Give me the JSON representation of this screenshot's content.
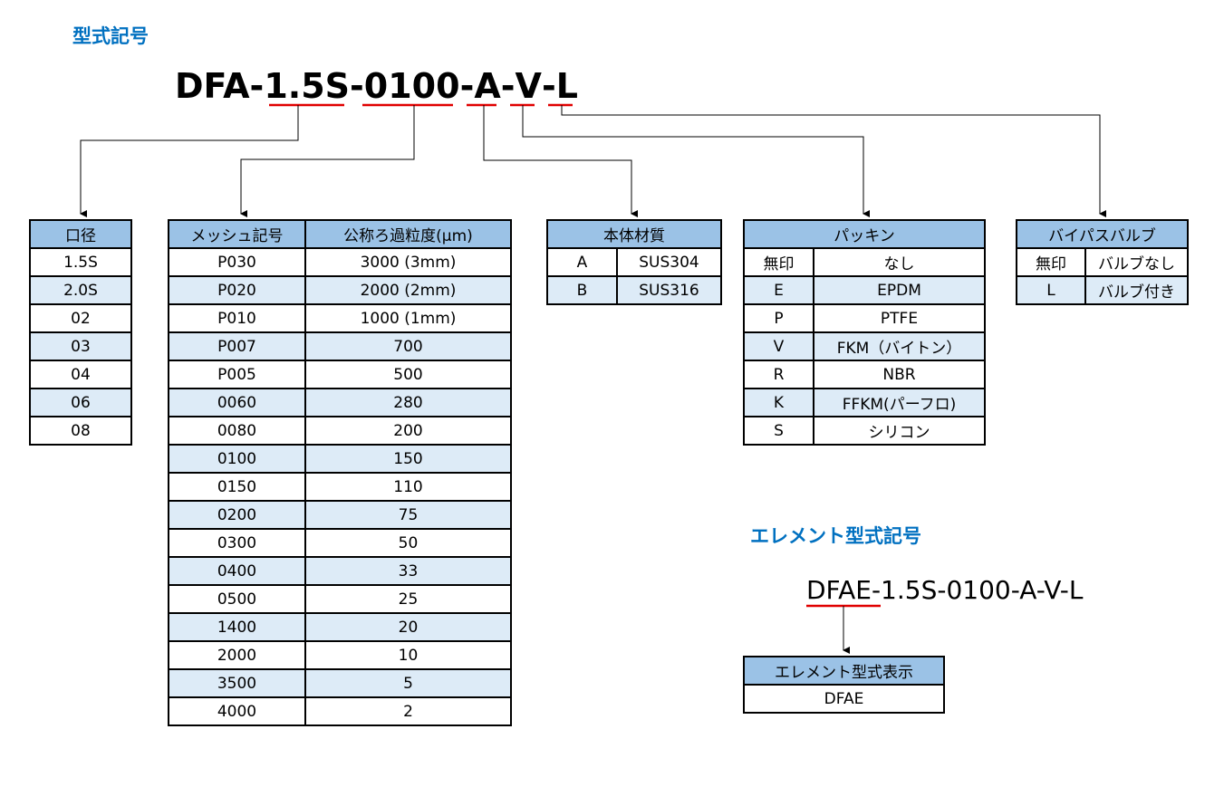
{
  "title": "型式記号",
  "model_code": {
    "parts": [
      "DFA-",
      "1.5S",
      "-",
      "0100",
      "-",
      "A",
      "-",
      "V",
      "-",
      "L"
    ]
  },
  "tables": {
    "bore": {
      "header": "口径",
      "rows": [
        "1.5S",
        "2.0S",
        "02",
        "03",
        "04",
        "06",
        "08"
      ]
    },
    "mesh": {
      "headers": [
        "メッシュ記号",
        "公称ろ過粒度(μm)"
      ],
      "rows": [
        [
          "P030",
          "3000 (3mm)"
        ],
        [
          "P020",
          "2000 (2mm)"
        ],
        [
          "P010",
          "1000 (1mm)"
        ],
        [
          "P007",
          "700"
        ],
        [
          "P005",
          "500"
        ],
        [
          "0060",
          "280"
        ],
        [
          "0080",
          "200"
        ],
        [
          "0100",
          "150"
        ],
        [
          "0150",
          "110"
        ],
        [
          "0200",
          "75"
        ],
        [
          "0300",
          "50"
        ],
        [
          "0400",
          "33"
        ],
        [
          "0500",
          "25"
        ],
        [
          "1400",
          "20"
        ],
        [
          "2000",
          "10"
        ],
        [
          "3500",
          "5"
        ],
        [
          "4000",
          "2"
        ]
      ]
    },
    "body_material": {
      "header": "本体材質",
      "rows": [
        [
          "A",
          "SUS304"
        ],
        [
          "B",
          "SUS316"
        ]
      ]
    },
    "packing": {
      "header": "パッキン",
      "rows": [
        [
          "無印",
          "なし"
        ],
        [
          "E",
          "EPDM"
        ],
        [
          "P",
          "PTFE"
        ],
        [
          "V",
          "FKM（バイトン）"
        ],
        [
          "R",
          "NBR"
        ],
        [
          "K",
          "FFKM(パーフロ)"
        ],
        [
          "S",
          "シリコン"
        ]
      ]
    },
    "bypass_valve": {
      "header": "バイパスバルブ",
      "rows": [
        [
          "無印",
          "バルブなし"
        ],
        [
          "L",
          "バルブ付き"
        ]
      ]
    },
    "element": {
      "header": "エレメント型式表示",
      "rows": [
        "DFAE"
      ]
    }
  },
  "element_title": "エレメント型式記号",
  "element_code": {
    "parts": [
      "DFAE",
      "-1.5S-0100-A-V-L"
    ]
  },
  "colors": {
    "heading": "#0070c0",
    "header_fill": "#9bc2e6",
    "alt_row_fill": "#ddebf7",
    "underline": "#e00000"
  }
}
